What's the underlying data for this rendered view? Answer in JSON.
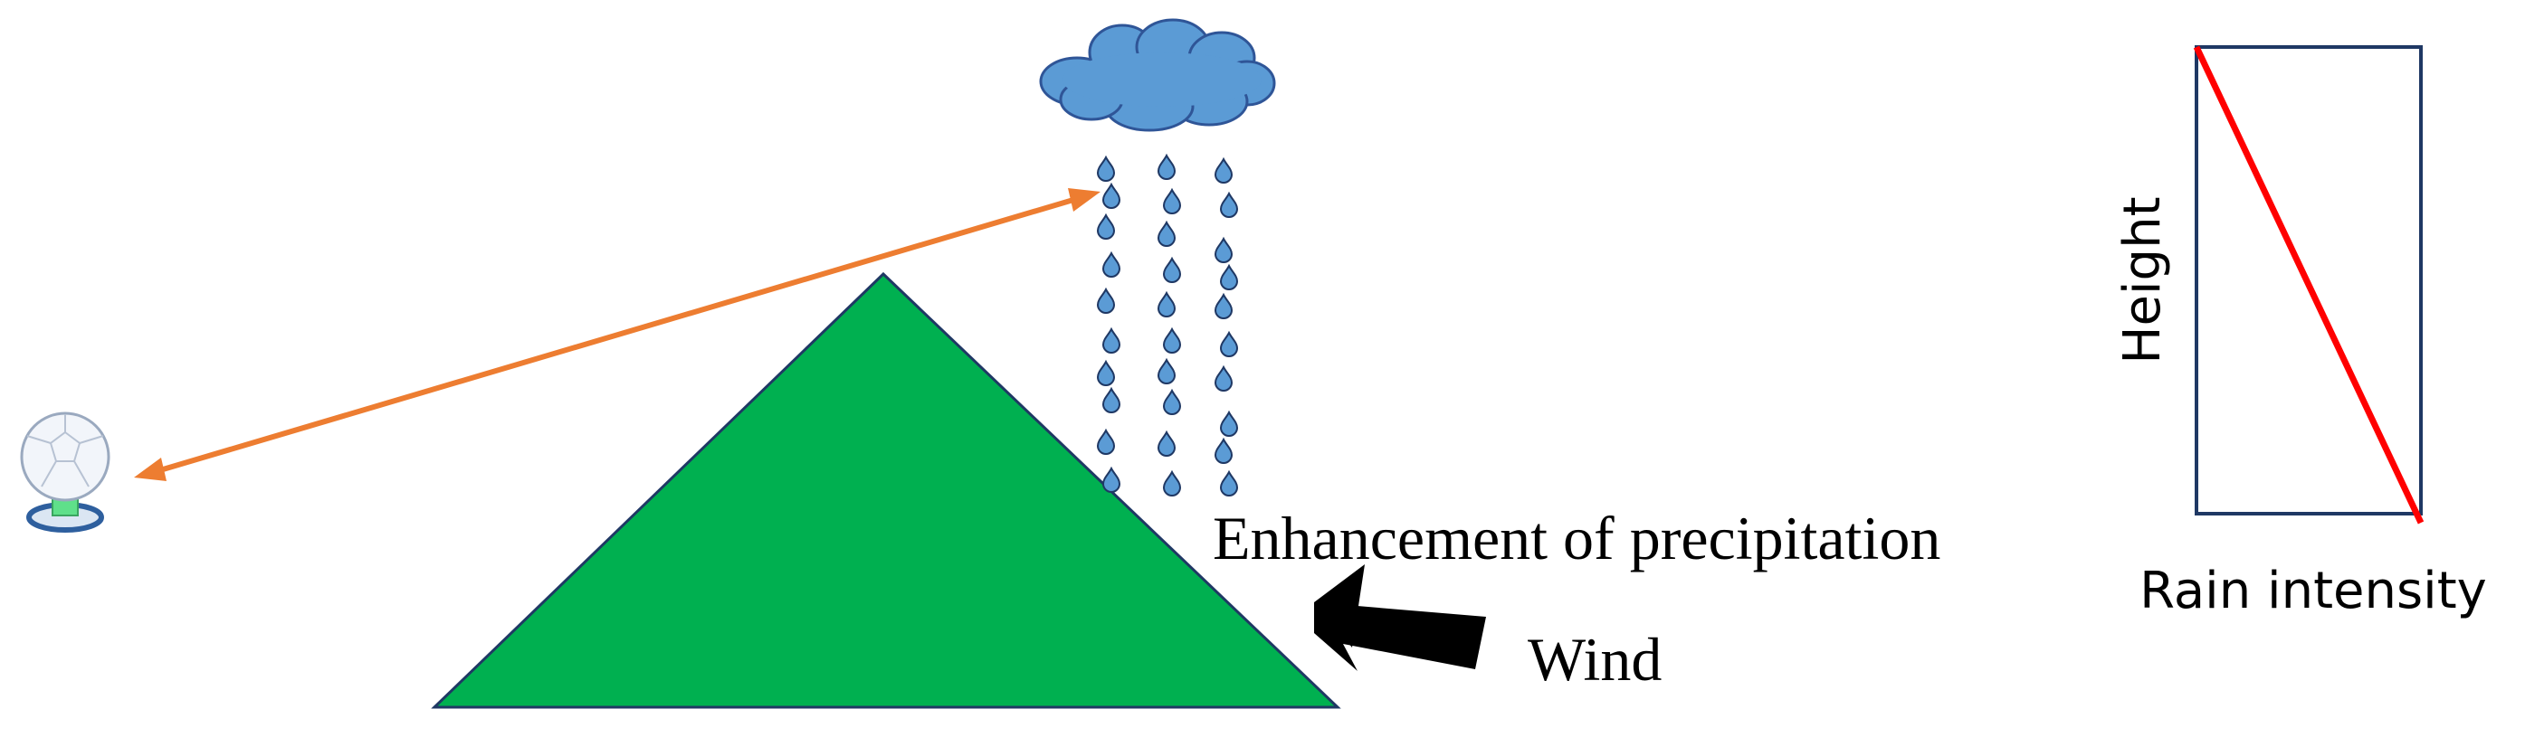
{
  "labels": {
    "enhancement": "Enhancement of precipitation",
    "wind": "Wind",
    "height": "Height",
    "rain_intensity": "Rain intensity"
  },
  "colors": {
    "mountain": "#00b050",
    "mountain_outline": "#1f3864",
    "cloud": "#5b9bd5",
    "raindrop": "#5b9bd5",
    "radar_beam": "#ed7d31",
    "wind_arrow": "#000000",
    "profile_line": "#ff0000",
    "profile_box": "#1f3864"
  },
  "icons": {
    "radar": "radar-dome-icon",
    "cloud": "cloud-icon",
    "raindrop": "raindrop-icon"
  },
  "profile": {
    "x_label": "Rain intensity",
    "y_label": "Height",
    "trend": "rain intensity increases as height decreases"
  }
}
